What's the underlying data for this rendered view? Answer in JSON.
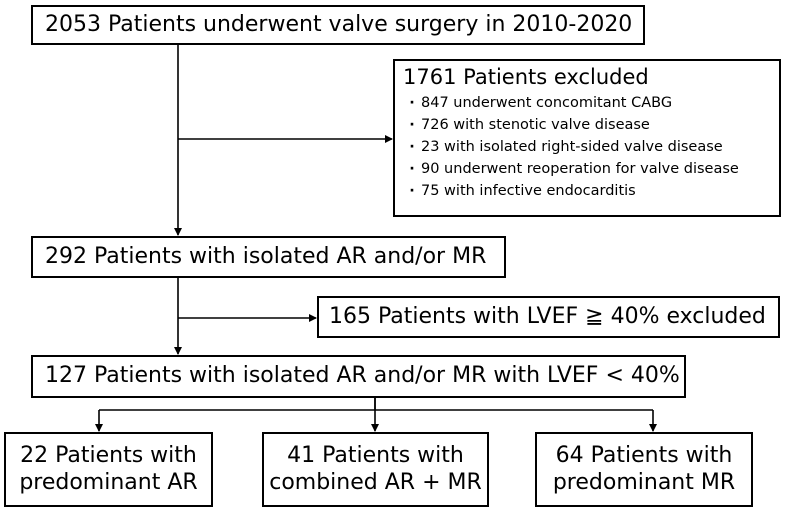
{
  "boxes": {
    "total": "2053 Patients underwent valve surgery in 2010-2020",
    "excluded": {
      "title": "1761 Patients excluded",
      "items": [
        "847 underwent concomitant CABG",
        "726 with stenotic valve disease",
        "23 with isolated right-sided valve disease",
        "90 underwent reoperation for valve disease",
        "75 with infective endocarditis"
      ]
    },
    "isolated": "292 Patients with isolated AR and/or MR",
    "lvef_excluded": "165 Patients with LVEF ≧ 40% excluded",
    "lvef_low": "127 Patients with isolated AR and/or MR with LVEF < 40%",
    "groups": [
      {
        "line1": "22 Patients with",
        "line2": "predominant AR"
      },
      {
        "line1": "41 Patients with",
        "line2": "combined AR + MR"
      },
      {
        "line1": "64 Patients with",
        "line2": "predominant MR"
      }
    ]
  }
}
